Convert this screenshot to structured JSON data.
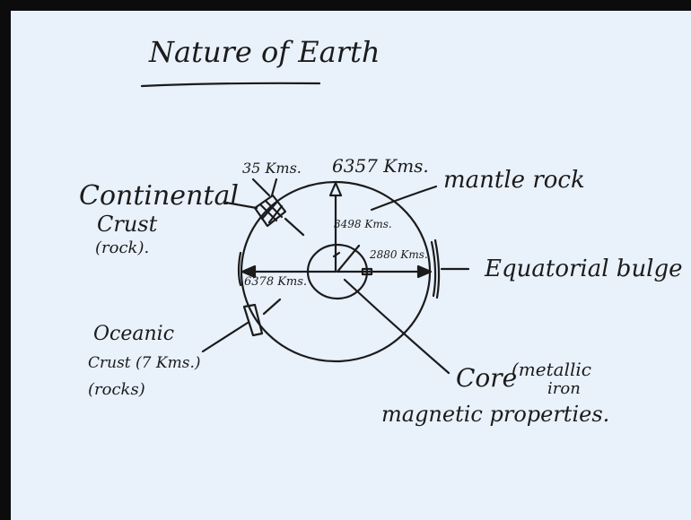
{
  "title": "Nature of Earth",
  "labels": {
    "radius_polar": "6357 Kms.",
    "radius_equatorial": "6378 Kms.",
    "core_radius": "3498 Kms.",
    "mantle_thickness": "2880 Kms.",
    "continental_crust_thickness": "35 Kms.",
    "continental_crust": [
      "Continental",
      "Crust",
      "(rock)."
    ],
    "oceanic_crust": [
      "Oceanic",
      "Crust (7 Kms.)",
      "(rocks)"
    ],
    "mantle": "mantle rock",
    "equatorial_bulge": "Equatorial bulge",
    "core": [
      "Core",
      "(metallic",
      "iron",
      "magnetic properties."
    ]
  },
  "colors": {
    "paper": "#e9f1fb",
    "ink": "#1b1b1b",
    "frame": "#0c0c0c"
  }
}
